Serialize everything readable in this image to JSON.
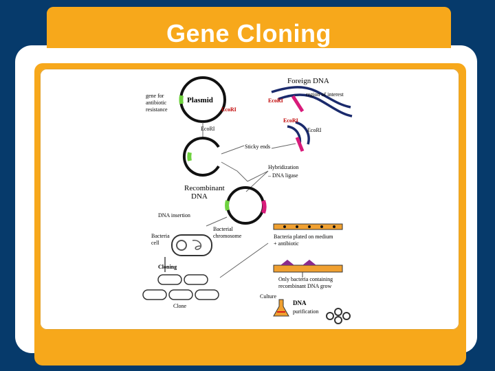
{
  "slide": {
    "title": "Gene Cloning",
    "colors": {
      "background": "#063a6b",
      "accent": "#f7a81b",
      "panel": "#ffffff"
    }
  },
  "diagram": {
    "labels": {
      "foreign_dna": "Foreign DNA",
      "region_of_interest": "region of interest",
      "gene_for": "gene for",
      "antibiotic": "antibiotic",
      "resistance": "resistance",
      "plasmid": "Plasmid",
      "ecori_1": "EcoRI",
      "ecori_2": "EcoRI",
      "ecori_3": "EcoRI",
      "ecori_4": "EcoRI",
      "ecori_5": "EcoRI",
      "sticky_ends": "Sticky ends",
      "hybridization": "Hybridization",
      "dna_ligase": "– DNA ligase",
      "recombinant": "Recombinant",
      "dna": "DNA",
      "dna_insertion": "DNA insertion",
      "bacteria": "Bacteria",
      "cell": "cell",
      "bacterial": "Bacterial",
      "chromosome": "chromosome",
      "bacteria_plated": "Bacteria plated on medium",
      "plus_antibiotic": "+ antibiotic",
      "cloning": "Cloning",
      "only_bacteria": "Only bacteria containing",
      "recombinant_grow": "recombinant DNA grow",
      "culture": "Culture",
      "dna_purif_1": "DNA",
      "dna_purif_2": "purification",
      "clone": "Clone"
    }
  }
}
